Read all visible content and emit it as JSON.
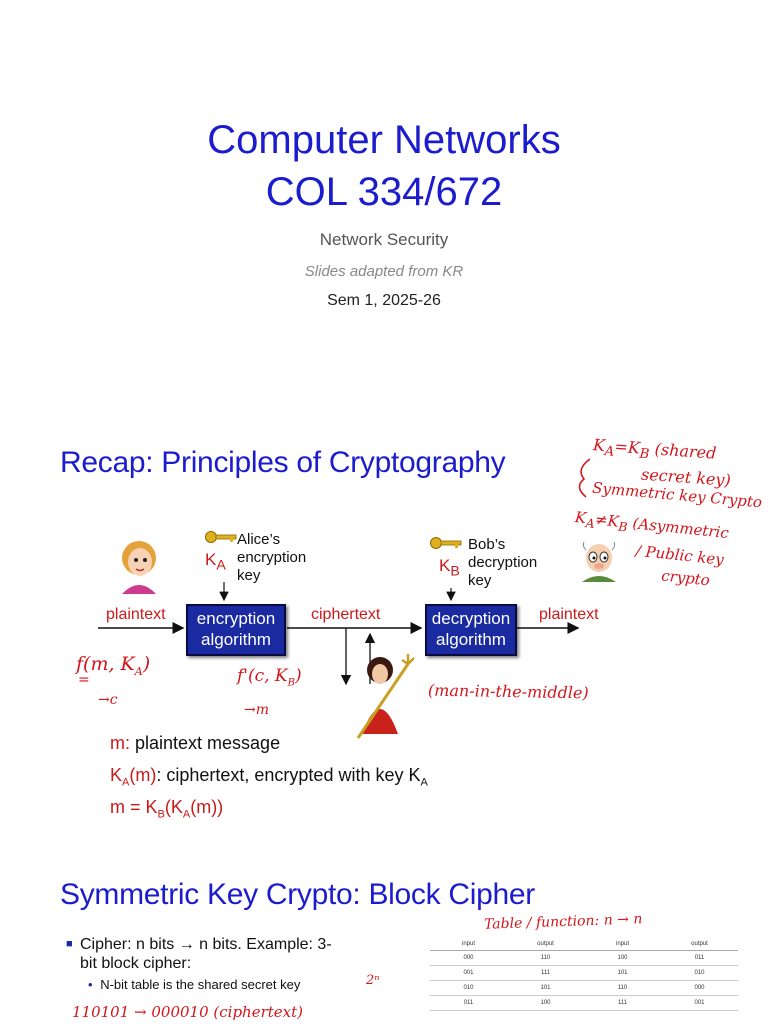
{
  "cover": {
    "title_line1": "Computer Networks",
    "title_line2": "COL 334/672",
    "subtitle": "Network Security",
    "source_note": "Slides adapted from KR",
    "semester": "Sem 1, 2025-26"
  },
  "slide2": {
    "heading": "Recap: Principles of Cryptography",
    "alice_key_label": "Alice’s\nencryption\nkey",
    "bob_key_label": "Bob’s\ndecryption\nkey",
    "ka_symbol": "K",
    "ka_sub": "A",
    "kb_symbol": "K",
    "kb_sub": "B",
    "plaintext_left": "plaintext",
    "encryption_box": "encryption\nalgorithm",
    "ciphertext": "ciphertext",
    "decryption_box": "decryption\nalgorithm",
    "plaintext_right": "plaintext",
    "def_m_red": "m:",
    "def_m_text": " plaintext message",
    "def_ka_k": "K",
    "def_ka_sub": "A",
    "def_ka_m": "(m)",
    "def_ka_colon": ":",
    "def_ka_text": " ciphertext, encrypted with key K",
    "def_ka_text_sub": "A",
    "def_eq_m": "m = K",
    "def_eq_sub_b": "B",
    "def_eq_k": "(K",
    "def_eq_sub_a": "A",
    "def_eq_end": "(m))",
    "annotations": {
      "shared_secret_line1": "K",
      "shared_secret_sub_a": "A",
      "shared_secret_eq": "=K",
      "shared_secret_sub_b": "B",
      "shared_secret_paren": " (shared",
      "shared_secret_line2": "secret key)",
      "symmetric": "Symmetric key Crypto",
      "asym_line1": "K",
      "asym_sub_a": "A",
      "asym_neq": "≠K",
      "asym_sub_b": "B",
      "asym_paren": " (Asymmetric",
      "asym_line2": "/ Public key",
      "asym_line3": "crypto",
      "f_enc": "f(m, K",
      "f_enc_sub": "A",
      "f_enc_end": ")",
      "f_enc_eq": "=",
      "f_enc_result": "→c",
      "f_dec": "f'(c, K",
      "f_dec_sub": "B",
      "f_dec_end": ")",
      "f_dec_result": "→m",
      "mitm": "(man-in-the-middle)"
    }
  },
  "slide3": {
    "heading": "Symmetric Key Crypto: Block Cipher",
    "bullet1": "Cipher: n bits → n bits. Example: 3-\nbit block cipher:",
    "sub_bullet": "N-bit table is the shared secret key",
    "annotation_table": "Table / function:  n → n",
    "annotation_2n": "2ⁿ",
    "annotation_example": "110101 → 000010 (ciphertext)",
    "table": {
      "headers": [
        "input",
        "output",
        "input",
        "output"
      ],
      "rows": [
        [
          "000",
          "110",
          "100",
          "011"
        ],
        [
          "001",
          "111",
          "101",
          "010"
        ],
        [
          "010",
          "101",
          "110",
          "000"
        ],
        [
          "011",
          "100",
          "111",
          "001"
        ]
      ]
    }
  },
  "colors": {
    "title_blue": "#1c1ccf",
    "term_red": "#cc1a1a",
    "box_blue": "#1a2aa0",
    "ink_red": "#d4151b"
  }
}
